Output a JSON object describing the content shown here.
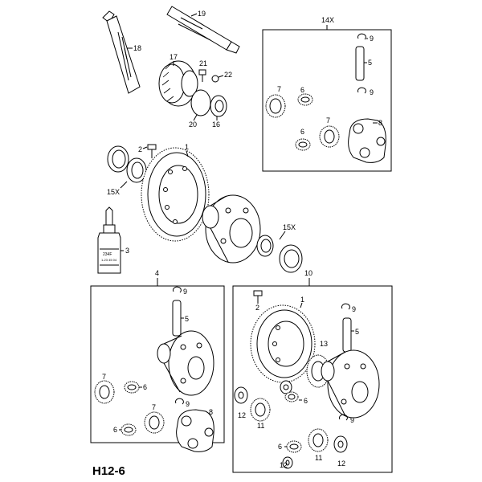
{
  "diagram": {
    "code": "H12-6",
    "box_labels": {
      "top_right": "14X",
      "bottom_left": "4",
      "bottom_right": "10"
    },
    "callouts": {
      "c1": "1",
      "c2": "2",
      "c3": "3",
      "c5": "5",
      "c6": "6",
      "c7": "7",
      "c8": "8",
      "c9": "9",
      "c11": "11",
      "c12": "12",
      "c13": "13",
      "c15x": "15X",
      "c16": "16",
      "c17": "17",
      "c18": "18",
      "c19": "19",
      "c20": "20",
      "c21": "21",
      "c22": "22"
    },
    "product_text": {
      "bottle_tag": "234F",
      "bottle_line": "1-23 45 04"
    }
  }
}
